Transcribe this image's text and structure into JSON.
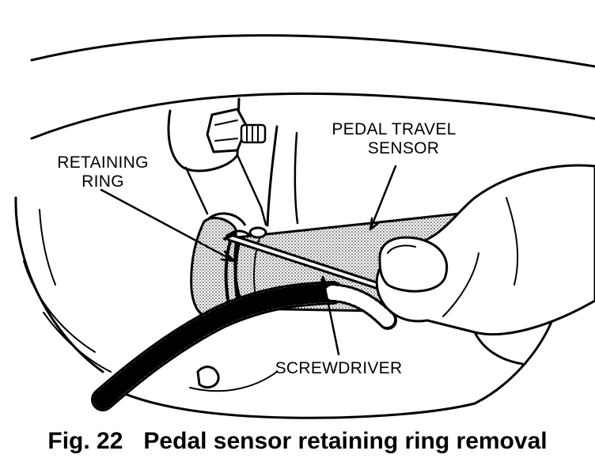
{
  "figure": {
    "number": "Fig. 22",
    "caption": "Pedal sensor retaining ring removal"
  },
  "callouts": {
    "retaining_ring": [
      "RETAINING",
      "RING"
    ],
    "pedal_travel_sensor": [
      "PEDAL TRAVEL",
      "SENSOR"
    ],
    "screwdriver": "SCREWDRIVER"
  },
  "colors": {
    "ink": "#000000",
    "paper": "#ffffff",
    "stipple": "#b8b8b8"
  }
}
